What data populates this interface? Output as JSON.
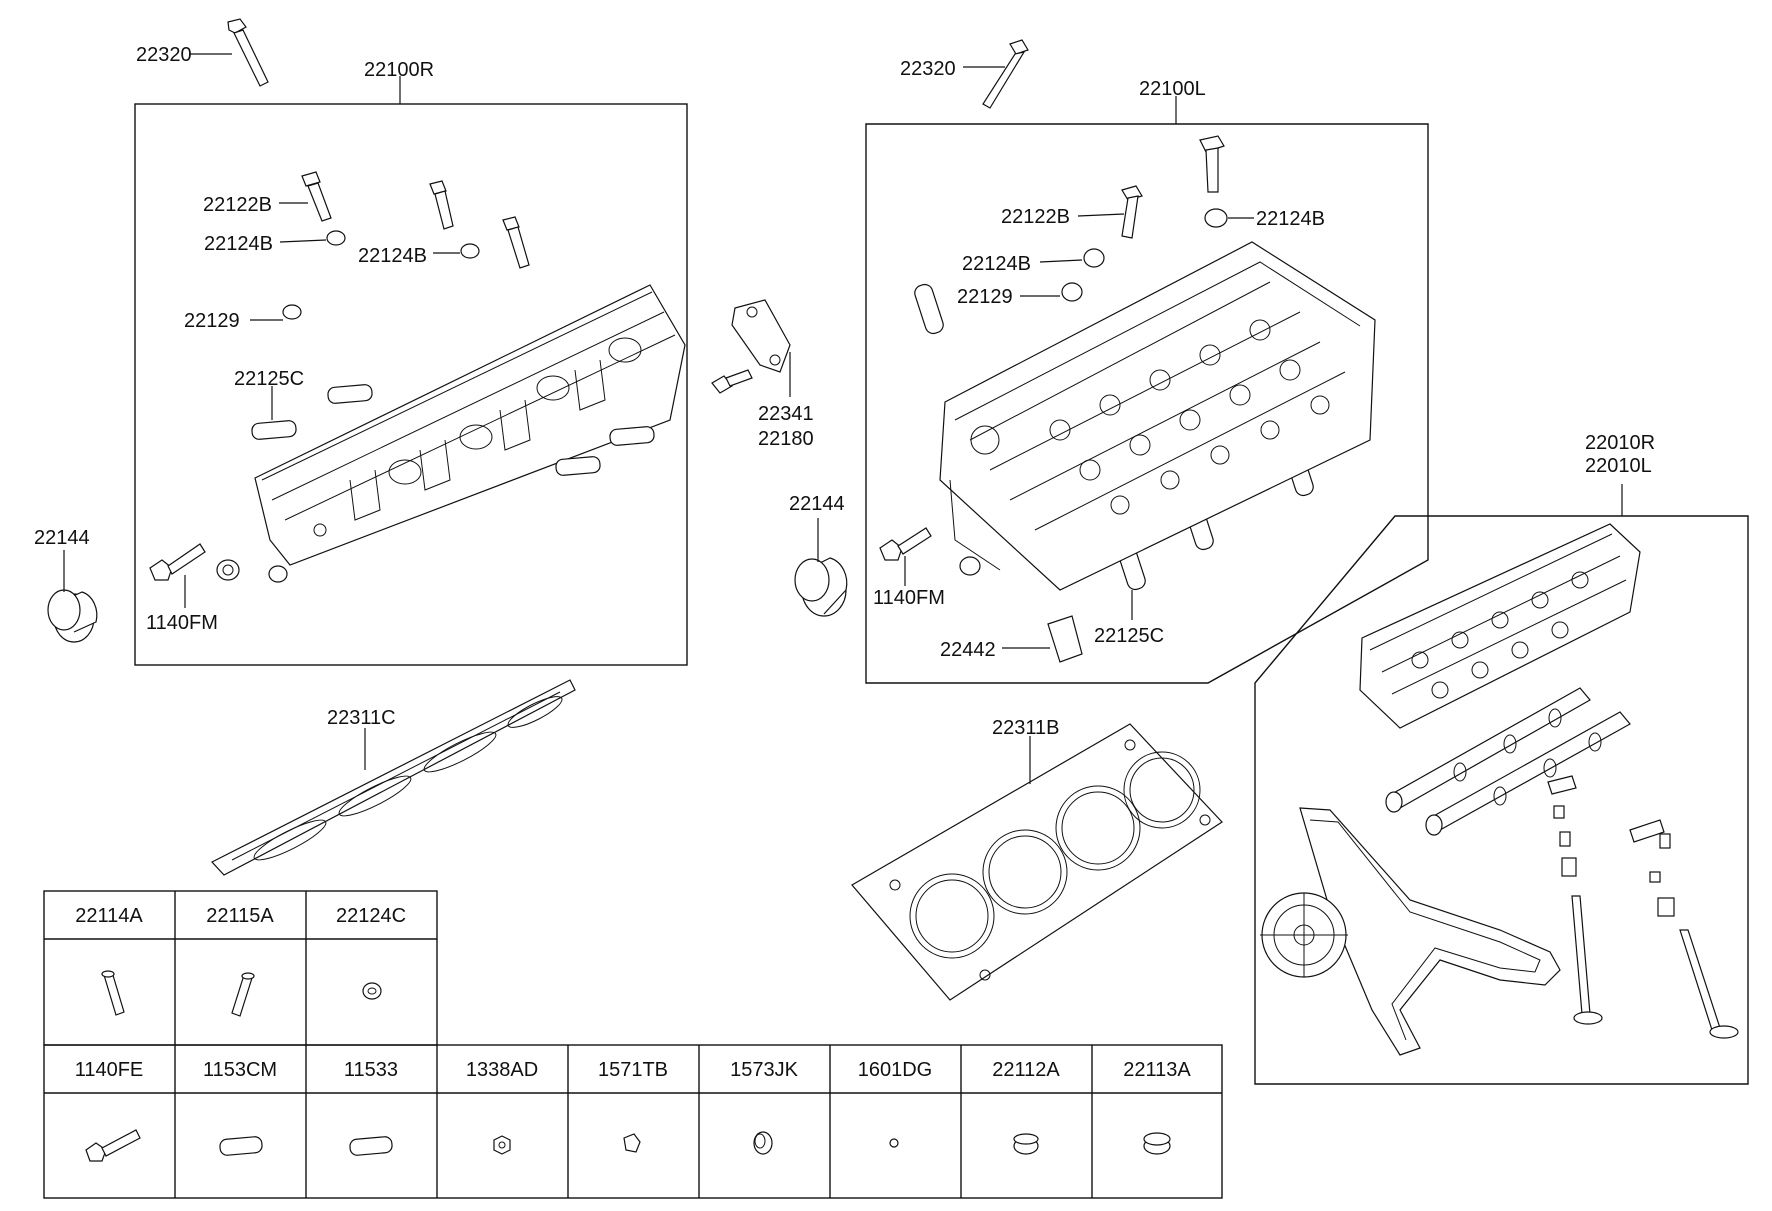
{
  "callouts": {
    "c_22320_a": "22320",
    "c_22100R": "22100R",
    "c_22122B_a": "22122B",
    "c_22124B_a": "22124B",
    "c_22124B_b": "22124B",
    "c_22129_a": "22129",
    "c_22125C_a": "22125C",
    "c_22144_a": "22144",
    "c_1140FM_a": "1140FM",
    "c_22341": "22341",
    "c_22180": "22180",
    "c_22144_b": "22144",
    "c_22320_b": "22320",
    "c_22100L": "22100L",
    "c_22122B_b": "22122B",
    "c_22124B_c": "22124B",
    "c_22124B_d": "22124B",
    "c_22129_b": "22129",
    "c_1140FM_b": "1140FM",
    "c_22442": "22442",
    "c_22125C_b": "22125C",
    "c_22010R": "22010R",
    "c_22010L": "22010L",
    "c_22311C": "22311C",
    "c_22311B": "22311B"
  },
  "parts_table": {
    "row1": [
      "22114A",
      "22115A",
      "22124C"
    ],
    "row2": [
      "1140FE",
      "1153CM",
      "11533",
      "1338AD",
      "1571TB",
      "1573JK",
      "1601DG",
      "22112A",
      "22113A"
    ]
  }
}
